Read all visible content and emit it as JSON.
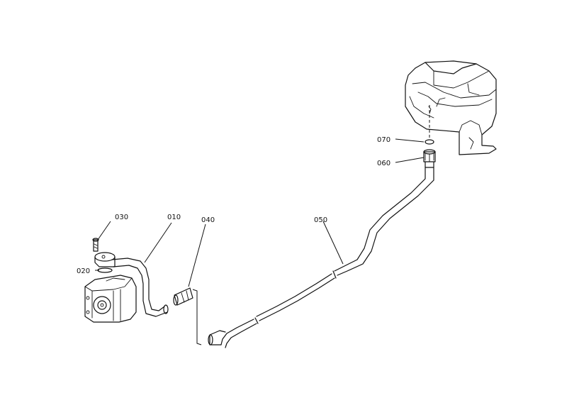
{
  "parts": [
    {
      "id": "p010",
      "label": "010"
    },
    {
      "id": "p020",
      "label": "020"
    },
    {
      "id": "p030",
      "label": "030"
    },
    {
      "id": "p040",
      "label": "040"
    },
    {
      "id": "p050",
      "label": "050"
    },
    {
      "id": "p060",
      "label": "060"
    },
    {
      "id": "p070",
      "label": "070"
    }
  ]
}
